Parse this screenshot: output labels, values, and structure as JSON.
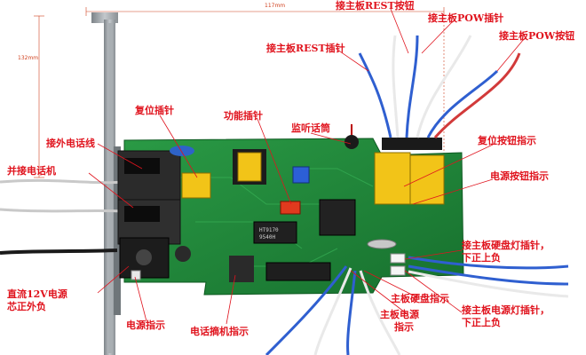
{
  "dimensions": {
    "width": "117mm",
    "height": "132mm"
  },
  "labels": {
    "rest_button_header": "接主板REST按钮",
    "pow_pin_header": "接主板POW插针",
    "pow_button_header": "接主板POW按钮",
    "rest_pin_header": "接主板REST插针",
    "reset_pin": "复位插针",
    "function_pin": "功能插针",
    "monitor_mic": "监听话筒",
    "external_line": "接外电话线",
    "parallel_phone": "并接电话机",
    "reset_indicator": "复位按钮指示",
    "power_indicator": "电源按钮指示",
    "hdd_led_pin": [
      "接主板硬盘灯插针，",
      "下正上负"
    ],
    "dc_power": [
      "直流12V电源",
      "芯正外负"
    ],
    "hdd_indicator": "主板硬盘指示",
    "power_led_pin": [
      "接主板电源灯插针，",
      "下正上负"
    ],
    "mb_power": [
      "主板电源",
      "指示"
    ],
    "power_indicator_bottom": "电源指示",
    "hook_indicator": "电话摘机指示"
  },
  "chip_marks": {
    "main_ic": "HT9170",
    "main_ic_sub": "9540H"
  },
  "colors": {
    "label_red": "#e0141e",
    "pcb_green": "#1f8a3a",
    "bracket_gray": "#9aa0a4",
    "relay_yellow": "#f2c418"
  }
}
